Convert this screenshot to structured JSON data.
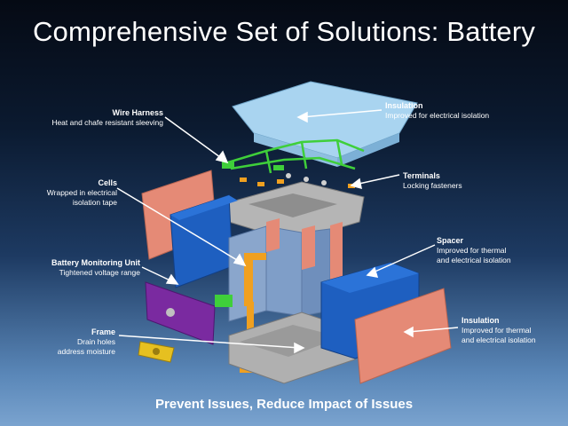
{
  "title": "Comprehensive Set of Solutions: Battery",
  "footer": "Prevent Issues, Reduce Impact of Issues",
  "callouts": {
    "insulation_top": {
      "heading": "Insulation",
      "text": [
        "Improved for electrical isolation"
      ]
    },
    "wire_harness": {
      "heading": "Wire Harness",
      "text": [
        "Heat and chafe resistant sleeving"
      ]
    },
    "terminals": {
      "heading": "Terminals",
      "text": [
        "Locking fasteners"
      ]
    },
    "cells": {
      "heading": "Cells",
      "text": [
        "Wrapped in electrical",
        "isolation tape"
      ]
    },
    "spacer": {
      "heading": "Spacer",
      "text": [
        "Improved for thermal",
        "and electrical isolation"
      ]
    },
    "bmu": {
      "heading": "Battery Monitoring Unit",
      "text": [
        "Tightened voltage range"
      ]
    },
    "insulation_bottom": {
      "heading": "Insulation",
      "text": [
        "Improved for thermal",
        "and electrical  isolation"
      ]
    },
    "frame": {
      "heading": "Frame",
      "text": [
        "Drain holes",
        "address moisture"
      ]
    }
  },
  "colors": {
    "insulation_light_blue": "#a9d4f0",
    "harness_green": "#3fcf3a",
    "terminal_orange": "#f0a020",
    "frame_gray": "#b0b0b0",
    "spacer_blue": "#1e5fc0",
    "insulation_salmon": "#e58a76",
    "cell_blue": "#7f9ec8",
    "bmu_purple": "#7a2aa0",
    "connector_yellow": "#e6c020"
  }
}
